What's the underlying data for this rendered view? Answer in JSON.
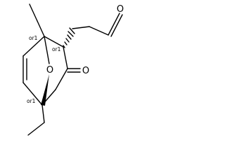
{
  "molecule": {
    "atoms": {
      "bridge_oxygen": "O",
      "ketone_oxygen": "O",
      "aldehyde_oxygen": "O"
    },
    "stereo_labels": {
      "bridgehead_top": "or1",
      "ring_carbon": "or1",
      "bridgehead_bottom": "or1"
    }
  }
}
